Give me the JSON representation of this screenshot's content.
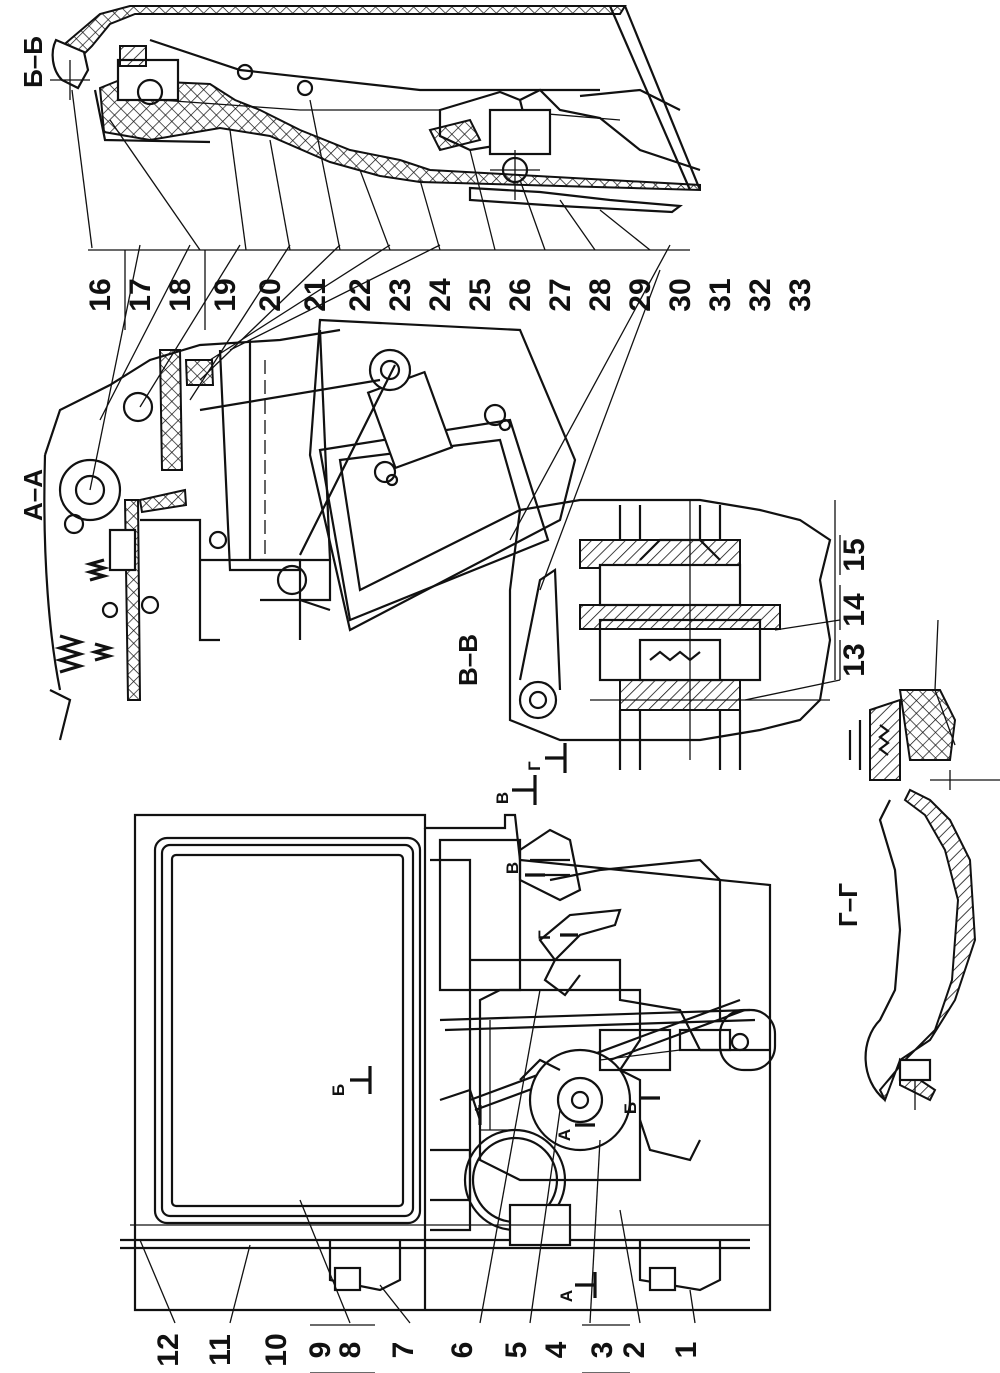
{
  "sections": {
    "aa": "А–А",
    "bb": "Б–Б",
    "vv": "В–В",
    "gg": "Г–Г"
  },
  "section_marks": {
    "a": "А",
    "b": "Б",
    "v": "В",
    "g": "Г"
  },
  "callouts": [
    "1",
    "2",
    "3",
    "4",
    "5",
    "6",
    "7",
    "8",
    "9",
    "10",
    "11",
    "12",
    "13",
    "14",
    "15",
    "16",
    "17",
    "18",
    "19",
    "20",
    "21",
    "22",
    "23",
    "24",
    "25",
    "26",
    "27",
    "28",
    "29",
    "30",
    "31",
    "32",
    "33"
  ]
}
